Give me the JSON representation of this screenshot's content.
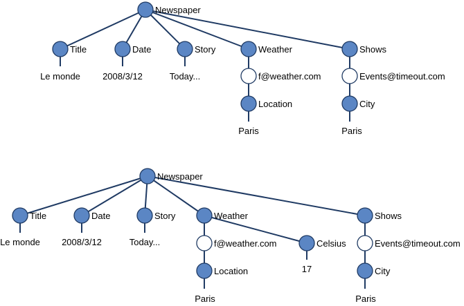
{
  "colors": {
    "node_fill": "#5b86c4",
    "node_stroke": "#1f3a63",
    "edge": "#1f3a63",
    "service_fill": "#ffffff"
  },
  "trees": [
    {
      "nodes": [
        {
          "id": "newspaper",
          "label": "Newspaper",
          "kind": "element"
        },
        {
          "id": "title",
          "label": "Title",
          "kind": "element"
        },
        {
          "id": "date",
          "label": "Date",
          "kind": "element"
        },
        {
          "id": "story",
          "label": "Story",
          "kind": "element"
        },
        {
          "id": "weather",
          "label": "Weather",
          "kind": "element"
        },
        {
          "id": "shows",
          "label": "Shows",
          "kind": "element"
        },
        {
          "id": "weather-call",
          "label": "f@weather.com",
          "kind": "call"
        },
        {
          "id": "location",
          "label": "Location",
          "kind": "element"
        },
        {
          "id": "shows-call",
          "label": "Events@timeout.com",
          "kind": "call"
        },
        {
          "id": "city",
          "label": "City",
          "kind": "element"
        }
      ],
      "values": [
        {
          "id": "title-value",
          "parent": "title",
          "text": "Le monde"
        },
        {
          "id": "date-value",
          "parent": "date",
          "text": "2008/3/12"
        },
        {
          "id": "story-value",
          "parent": "story",
          "text": "Today..."
        },
        {
          "id": "location-value",
          "parent": "location",
          "text": "Paris"
        },
        {
          "id": "city-value",
          "parent": "city",
          "text": "Paris"
        }
      ]
    },
    {
      "nodes": [
        {
          "id": "newspaper",
          "label": "Newspaper",
          "kind": "element"
        },
        {
          "id": "title",
          "label": "Title",
          "kind": "element"
        },
        {
          "id": "date",
          "label": "Date",
          "kind": "element"
        },
        {
          "id": "story",
          "label": "Story",
          "kind": "element"
        },
        {
          "id": "weather",
          "label": "Weather",
          "kind": "element"
        },
        {
          "id": "shows",
          "label": "Shows",
          "kind": "element"
        },
        {
          "id": "weather-call",
          "label": "f@weather.com",
          "kind": "call"
        },
        {
          "id": "celsius",
          "label": "Celsius",
          "kind": "element"
        },
        {
          "id": "location",
          "label": "Location",
          "kind": "element"
        },
        {
          "id": "shows-call",
          "label": "Events@timeout.com",
          "kind": "call"
        },
        {
          "id": "city",
          "label": "City",
          "kind": "element"
        }
      ],
      "values": [
        {
          "id": "title-value",
          "parent": "title",
          "text": "Le monde"
        },
        {
          "id": "date-value",
          "parent": "date",
          "text": "2008/3/12"
        },
        {
          "id": "story-value",
          "parent": "story",
          "text": "Today..."
        },
        {
          "id": "celsius-value",
          "parent": "celsius",
          "text": "17"
        },
        {
          "id": "location-value",
          "parent": "location",
          "text": "Paris"
        },
        {
          "id": "city-value",
          "parent": "city",
          "text": "Paris"
        }
      ]
    }
  ]
}
